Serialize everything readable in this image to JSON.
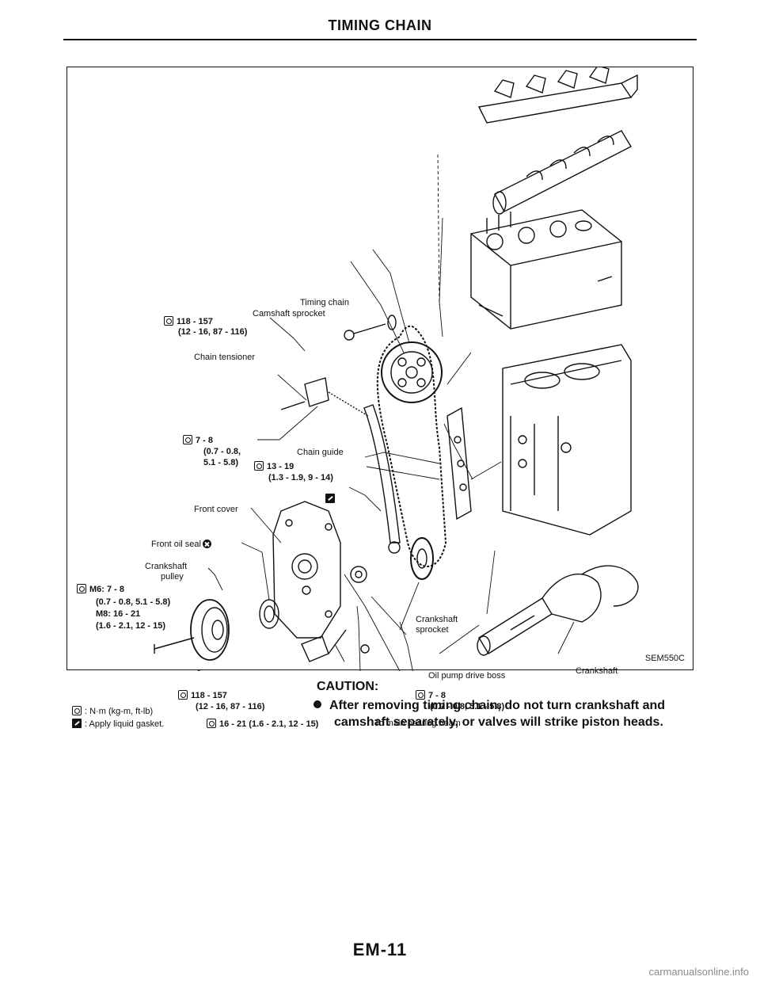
{
  "header": {
    "title": "TIMING CHAIN"
  },
  "figure": {
    "code": "SEM550C",
    "labels": {
      "timing_chain": "Timing chain",
      "camshaft_sprocket": "Camshaft sprocket",
      "chain_tensioner": "Chain tensioner",
      "chain_guide": "Chain guide",
      "front_cover": "Front cover",
      "front_oil_seal": "Front oil seal",
      "crankshaft_pulley_1": "Crankshaft",
      "crankshaft_pulley_2": "pulley",
      "crankshaft_sprocket_1": "Crankshaft",
      "crankshaft_sprocket_2": "sprocket",
      "oil_pump_drive_boss": "Oil pump drive boss",
      "crankshaft": "Crankshaft",
      "to_main_bearing_beam": "To main bearing beam"
    },
    "torques": {
      "sprocket_bolt_1": "118 - 157",
      "sprocket_bolt_2": "(12 - 16, 87 - 116)",
      "tensioner_1": "7 - 8",
      "tensioner_2": "(0.7 - 0.8,",
      "tensioner_3": "5.1 - 5.8)",
      "guide_1": "13 - 19",
      "guide_2": "(1.3 - 1.9, 9 - 14)",
      "cover_1": "M6:  7 - 8",
      "cover_2": "(0.7 - 0.8, 5.1 - 5.8)",
      "cover_3": "M8:  16 - 21",
      "cover_4": "(1.6 - 2.1, 12 - 15)",
      "pulley_bolt_1": "118 - 157",
      "pulley_bolt_2": "(12 - 16, 87 - 116)",
      "beam_bolt": "16 - 21 (1.6 - 2.1, 12 - 15)",
      "boss_1": "7 - 8",
      "boss_2": "(0.7 - 0.8, 5.1 - 5.8)"
    },
    "legend": {
      "torque_units": ": N·m (kg-m, ft-lb)",
      "apply_gasket": ": Apply liquid gasket."
    }
  },
  "caution": {
    "title": "CAUTION:",
    "line1": "After removing timing chain, do not turn crankshaft and",
    "line2": "camshaft separately, or valves will strike piston heads."
  },
  "footer": {
    "page_number": "EM-11",
    "watermark": "carmanualsonline.info"
  },
  "icons": {
    "torque": "torque-wrench-icon",
    "gasket": "liquid-gasket-icon",
    "replace": "replace-part-icon"
  }
}
